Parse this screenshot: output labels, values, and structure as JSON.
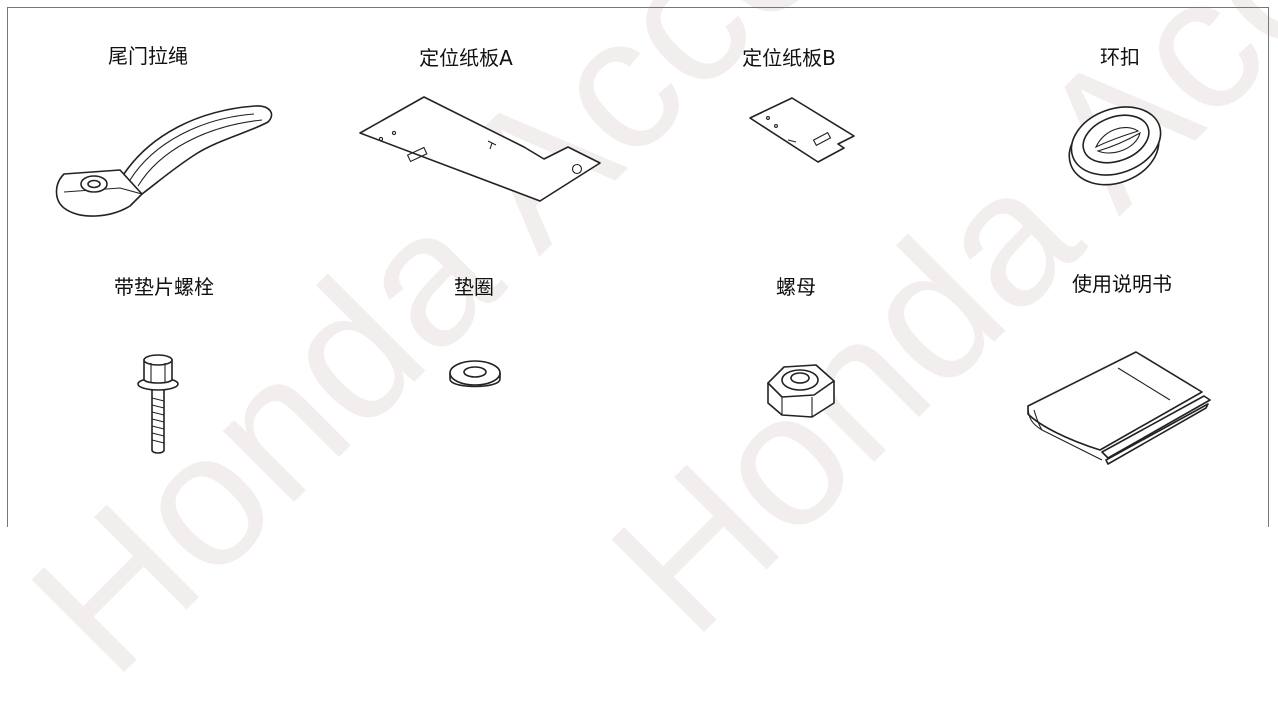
{
  "watermark": "Honda Acce",
  "parts": [
    {
      "label": "尾门拉绳",
      "icon": "tailgate-strap-icon"
    },
    {
      "label": "定位纸板A",
      "icon": "template-a-icon"
    },
    {
      "label": "定位纸板B",
      "icon": "template-b-icon"
    },
    {
      "label": "环扣",
      "icon": "grommet-icon"
    },
    {
      "label": "带垫片螺栓",
      "icon": "flange-bolt-icon"
    },
    {
      "label": "垫圈",
      "icon": "washer-icon"
    },
    {
      "label": "螺母",
      "icon": "nut-icon"
    },
    {
      "label": "使用说明书",
      "icon": "manual-icon"
    }
  ]
}
